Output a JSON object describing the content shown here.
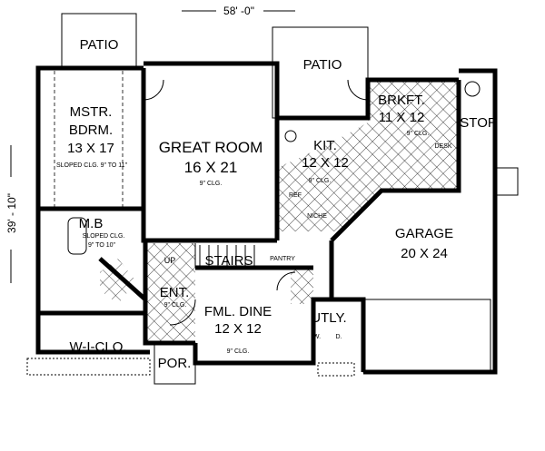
{
  "dimensions": {
    "width": "58' -0\"",
    "depth": "39' - 10\""
  },
  "rooms": {
    "patio_left": {
      "name": "PATIO"
    },
    "patio_center": {
      "name": "PATIO"
    },
    "master_bedroom": {
      "name_line1": "MSTR.",
      "name_line2": "BDRM.",
      "size": "13 X 17",
      "ceiling": "SLOPED CLG. 9\" TO 11\""
    },
    "great_room": {
      "name": "GREAT ROOM",
      "size": "16 X 21",
      "ceiling": "9\" CLG."
    },
    "breakfast": {
      "name": "BRKFT.",
      "size": "11 X 12",
      "ceiling": "9\" CLG.",
      "desk": "DESK"
    },
    "storage": {
      "name": "STOR"
    },
    "kitchen": {
      "name": "KIT.",
      "size": "12 X 12",
      "ceiling": "9\" CLG.",
      "ref": "REF",
      "niche": "NICHE"
    },
    "garage": {
      "name": "GARAGE",
      "size": "20 X 24"
    },
    "master_bath": {
      "name": "M.B",
      "ceiling_line1": "SLOPED CLG.",
      "ceiling_line2": "9\" TO 10\""
    },
    "stairs": {
      "name": "STAIRS",
      "up": "UP"
    },
    "pantry": {
      "name": "PANTRY"
    },
    "entry": {
      "name": "ENT.",
      "ceiling": "9\" CLG."
    },
    "family_dining": {
      "name": "FML. DINE",
      "size": "12 X 12",
      "ceiling": "9\" CLG."
    },
    "utility": {
      "name": "UTLY.",
      "washer": "W.",
      "dryer": "D."
    },
    "walk_in_closet": {
      "name": "W-I-CLO."
    },
    "porch": {
      "name": "POR."
    }
  }
}
